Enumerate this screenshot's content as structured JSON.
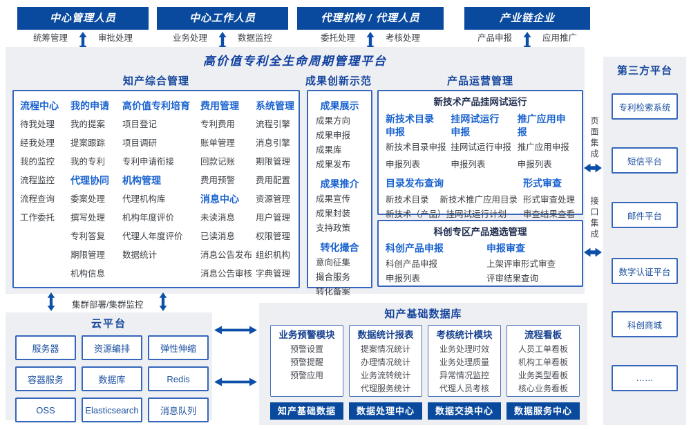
{
  "colors": {
    "primary_blue": "#0a4a9e",
    "section_header_navy": "#15459c",
    "subheader_blue": "#1a63cf",
    "panel_background": "#eeeff3",
    "arrow_blue": "#0d4fa8"
  },
  "personas": [
    {
      "title": "中心管理人员",
      "left_label": "统筹管理",
      "right_label": "审批处理"
    },
    {
      "title": "中心工作人员",
      "left_label": "业务处理",
      "right_label": "数据监控"
    },
    {
      "title": "代理机构 / 代理人员",
      "left_label": "委托处理",
      "right_label": "考核处理"
    },
    {
      "title": "产业链企业",
      "left_label": "产品申报",
      "right_label": "应用推广"
    }
  ],
  "platform": {
    "title": "高价值专利全生命周期管理平台"
  },
  "ip_mgmt": {
    "header": "知产综合管理",
    "columns": [
      {
        "groups": [
          {
            "title": "流程中心",
            "items": [
              "待我处理",
              "经我处理",
              "我的监控",
              "流程监控",
              "流程查询",
              "工作委托"
            ]
          }
        ]
      },
      {
        "groups": [
          {
            "title": "我的申请",
            "items": [
              "我的提案",
              "提案跟踪",
              "我的专利"
            ]
          },
          {
            "title": "代理协同",
            "items": [
              "委案处理",
              "撰写处理",
              "专利答复",
              "期限管理",
              "机构信息"
            ]
          }
        ]
      },
      {
        "groups": [
          {
            "title": "高价值专利培育",
            "items": [
              "项目登记",
              "项目调研",
              "专利申请衔接"
            ]
          },
          {
            "title": "机构管理",
            "items": [
              "代理机构库",
              "机构年度评价",
              "代理人年度评价",
              "数据统计"
            ]
          }
        ]
      },
      {
        "groups": [
          {
            "title": "费用管理",
            "items": [
              "专利费用",
              "账单管理",
              "回款记账",
              "费用预警"
            ]
          },
          {
            "title": "消息中心",
            "items": [
              "未读消息",
              "已读消息",
              "消息公告发布",
              "消息公告审核"
            ]
          }
        ]
      },
      {
        "groups": [
          {
            "title": "系统管理",
            "items": [
              "流程引擎",
              "消息引擎",
              "期限管理",
              "费用配置",
              "资源管理",
              "用户管理",
              "权限管理",
              "组织机构",
              "字典管理"
            ]
          }
        ]
      }
    ]
  },
  "achievements": {
    "header": "成果创新示范",
    "groups": [
      {
        "title": "成果展示",
        "items": [
          "成果方向",
          "成果申报",
          "成果库",
          "成果发布"
        ]
      },
      {
        "title": "成果推介",
        "items": [
          "成果宣传",
          "成果封装",
          "支持政策"
        ]
      },
      {
        "title": "转化撮合",
        "items": [
          "意向征集",
          "撮合服务",
          "转化备案"
        ]
      }
    ]
  },
  "product_ops": {
    "header": "产品运营管理",
    "trial": {
      "title": "新技术产品挂网试运行",
      "columns": [
        {
          "title": "新技术目录申报",
          "items": [
            "新技术目录申报",
            "申报列表"
          ]
        },
        {
          "title": "挂网试运行申报",
          "items": [
            "挂网试运行申报",
            "申报列表"
          ]
        },
        {
          "title": "推广应用申报",
          "items": [
            "推广应用申报",
            "申报列表"
          ]
        }
      ],
      "catalog": {
        "title": "目录发布查询",
        "items": [
          "新技术目录",
          "新技术推广应用目录",
          "新技术（产品）挂网试运行计划"
        ]
      },
      "review": {
        "title": "形式审查",
        "items": [
          "形式审查处理",
          "审查结果查看"
        ]
      }
    },
    "selection": {
      "title": "科创专区产品遴选管理",
      "columns": [
        {
          "title": "科创产品申报",
          "items": [
            "科创产品申报",
            "申报列表"
          ]
        },
        {
          "title": "申报审查",
          "items": [
            "上架评审形式审查",
            "评审结果查询"
          ]
        }
      ]
    }
  },
  "integration": {
    "page": "页面集成",
    "api": "接口集成"
  },
  "third_party": {
    "header": "第三方平台",
    "items": [
      "专利检索系统",
      "短信平台",
      "邮件平台",
      "数字认证平台",
      "科创商城",
      "……"
    ]
  },
  "cluster_label": "集群部署/集群监控",
  "cloud": {
    "header": "云平台",
    "items": [
      "服务器",
      "资源编排",
      "弹性伸缩",
      "容器服务",
      "数据库",
      "Redis",
      "OSS",
      "Elasticsearch",
      "消息队列"
    ]
  },
  "database": {
    "header": "知产基础数据库",
    "modules": [
      {
        "title": "业务预警模块",
        "items": [
          "预警设置",
          "预警提醒",
          "预警应用"
        ],
        "bar": "知产基础数据"
      },
      {
        "title": "数据统计报表",
        "items": [
          "提案情况统计",
          "办理情况统计",
          "业务流转统计",
          "代理服务统计"
        ],
        "bar": "数据处理中心"
      },
      {
        "title": "考核统计模块",
        "items": [
          "业务处理时效",
          "业务处理质量",
          "异常情况监控",
          "代理人员考核"
        ],
        "bar": "数据交换中心"
      },
      {
        "title": "流程看板",
        "items": [
          "人员工单看板",
          "机构工单看板",
          "业务类型看板",
          "核心业务看板"
        ],
        "bar": "数据服务中心"
      }
    ]
  }
}
